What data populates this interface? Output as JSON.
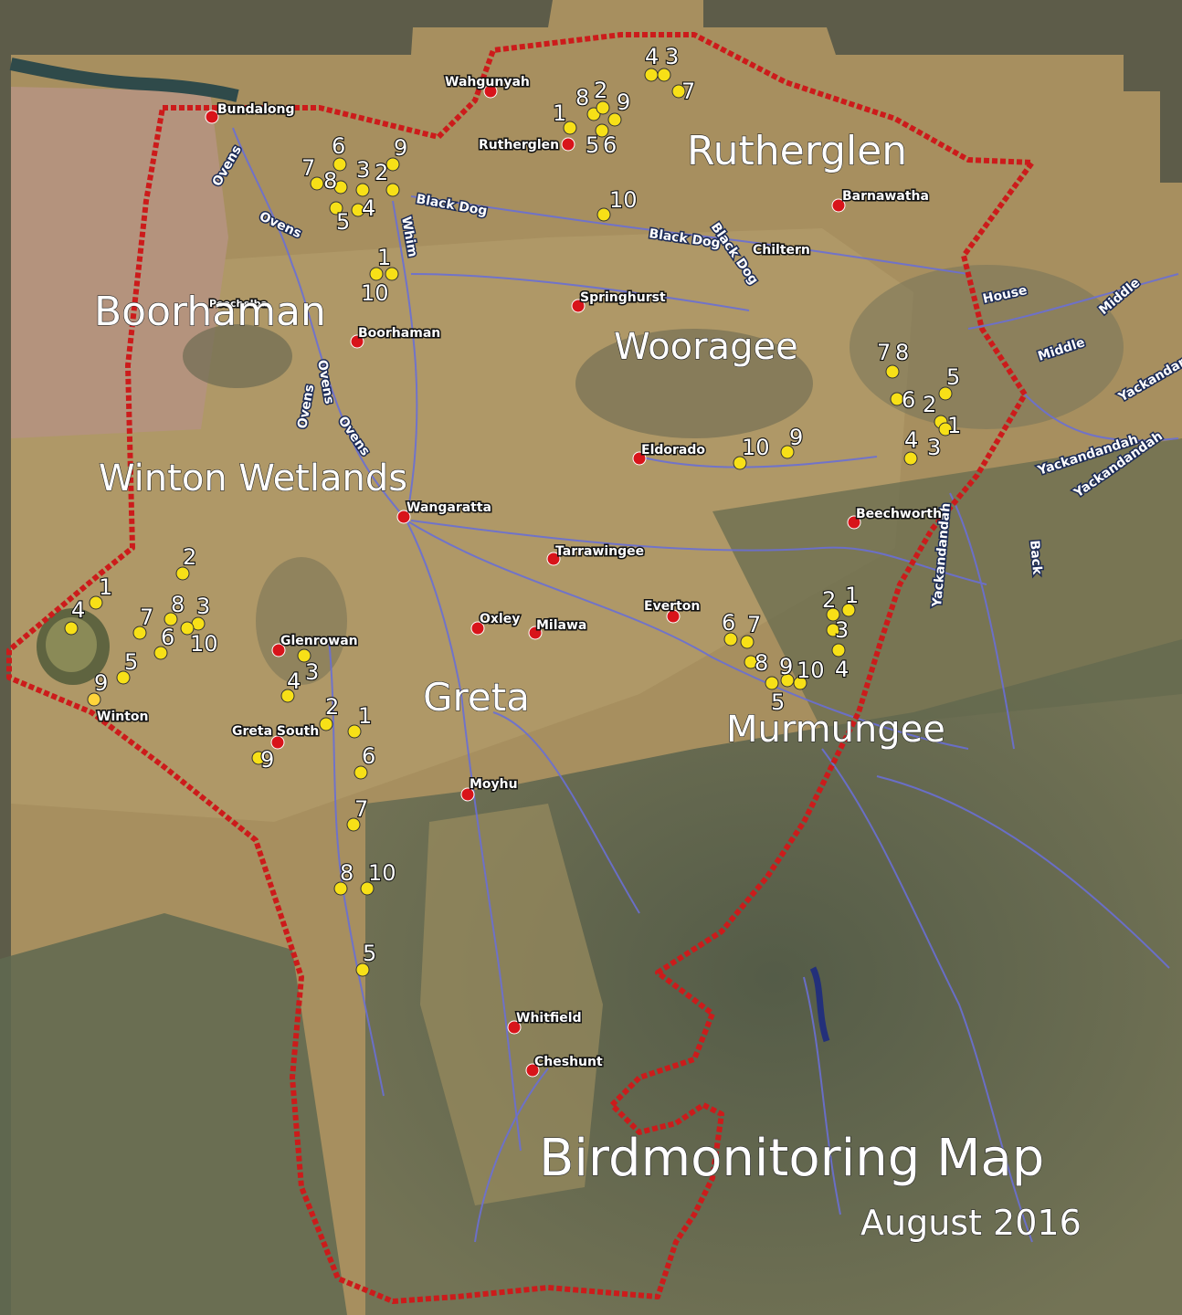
{
  "title": "Birdmonitoring Map",
  "subtitle": "August 2016",
  "colors": {
    "boundary": "#cc1b1b",
    "site": "#f7e017",
    "town": "#d8141a",
    "river": "#6a6fd4"
  },
  "regions": [
    {
      "id": "rutherglen",
      "label": "Rutherglen"
    },
    {
      "id": "boorhaman",
      "label": "Boorhaman"
    },
    {
      "id": "wooragee",
      "label": "Wooragee"
    },
    {
      "id": "winton-wetlands",
      "label": "Winton Wetlands"
    },
    {
      "id": "greta",
      "label": "Greta"
    },
    {
      "id": "murmungee",
      "label": "Murmungee"
    }
  ],
  "towns": [
    {
      "id": "bundalong",
      "label": "Bundalong"
    },
    {
      "id": "wahgunyah",
      "label": "Wahgunyah"
    },
    {
      "id": "rutherglen",
      "label": "Rutherglen"
    },
    {
      "id": "barnawatha",
      "label": "Barnawatha"
    },
    {
      "id": "chiltern",
      "label": "Chiltern"
    },
    {
      "id": "springhurst",
      "label": "Springhurst"
    },
    {
      "id": "boorhaman",
      "label": "Boorhaman"
    },
    {
      "id": "peechelba",
      "label": "Peechelba"
    },
    {
      "id": "eldorado",
      "label": "Eldorado"
    },
    {
      "id": "beechworth",
      "label": "Beechworth"
    },
    {
      "id": "wangaratta",
      "label": "Wangaratta"
    },
    {
      "id": "tarrawingee",
      "label": "Tarrawingee"
    },
    {
      "id": "everton",
      "label": "Everton"
    },
    {
      "id": "oxley",
      "label": "Oxley"
    },
    {
      "id": "milawa",
      "label": "Milawa"
    },
    {
      "id": "glenrowan",
      "label": "Glenrowan"
    },
    {
      "id": "winton",
      "label": "Winton"
    },
    {
      "id": "greta-south",
      "label": "Greta South"
    },
    {
      "id": "moyhu",
      "label": "Moyhu"
    },
    {
      "id": "whitfield",
      "label": "Whitfield"
    },
    {
      "id": "cheshunt",
      "label": "Cheshunt"
    }
  ],
  "rivers": [
    {
      "id": "ovens-1",
      "label": "Ovens"
    },
    {
      "id": "ovens-2",
      "label": "Ovens"
    },
    {
      "id": "ovens-3",
      "label": "Ovens"
    },
    {
      "id": "ovens-4",
      "label": "Ovens"
    },
    {
      "id": "ovens-5",
      "label": "Ovens"
    },
    {
      "id": "black-dog-1",
      "label": "Black Dog"
    },
    {
      "id": "black-dog-2",
      "label": "Black Dog"
    },
    {
      "id": "black-dog-3",
      "label": "Black Dog"
    },
    {
      "id": "whim",
      "label": "Whim"
    },
    {
      "id": "house",
      "label": "House"
    },
    {
      "id": "middle-1",
      "label": "Middle"
    },
    {
      "id": "middle-2",
      "label": "Middle"
    },
    {
      "id": "yackandandah-1",
      "label": "Yackandandah"
    },
    {
      "id": "yackandandah-2",
      "label": "Yackandandah"
    },
    {
      "id": "yackandandah-3",
      "label": "Yackandandah"
    },
    {
      "id": "yackandandah-4",
      "label": "Yackandandah"
    },
    {
      "id": "back",
      "label": "Back"
    }
  ],
  "sites": {
    "rutherglen_north": [
      "4",
      "3",
      "7"
    ],
    "rutherglen_mid": [
      "1",
      "8",
      "2",
      "9",
      "5",
      "6",
      "10"
    ],
    "boorhaman": [
      "6",
      "9",
      "7",
      "8",
      "3",
      "2",
      "5",
      "4",
      "1",
      "10"
    ],
    "wooragee": [
      "7",
      "8",
      "5",
      "6",
      "2",
      "1",
      "4",
      "3",
      "10",
      "9"
    ],
    "winton": [
      "2",
      "1",
      "4",
      "7",
      "8",
      "3",
      "6",
      "10",
      "5",
      "9"
    ],
    "greta": [
      "4",
      "3",
      "2",
      "1",
      "9",
      "6",
      "7",
      "8",
      "10",
      "5"
    ],
    "murmungee": [
      "2",
      "1",
      "6",
      "7",
      "3",
      "8",
      "9",
      "10",
      "4",
      "5"
    ]
  }
}
